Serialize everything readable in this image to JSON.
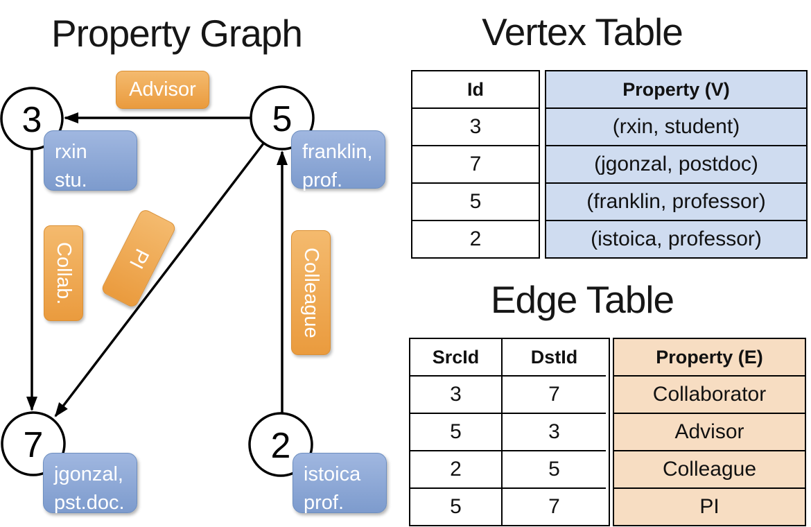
{
  "graph": {
    "title": "Property Graph",
    "nodes": [
      {
        "id": "3",
        "property_line1": "rxin",
        "property_line2": "stu."
      },
      {
        "id": "5",
        "property_line1": "franklin,",
        "property_line2": "prof."
      },
      {
        "id": "7",
        "property_line1": "jgonzal,",
        "property_line2": "pst.doc."
      },
      {
        "id": "2",
        "property_line1": "istoica",
        "property_line2": "prof."
      }
    ],
    "edge_labels": {
      "advisor": "Advisor",
      "collab": "Collab.",
      "pi": "PI",
      "colleague": "Colleague"
    }
  },
  "vertex_table": {
    "title": "Vertex Table",
    "headers": {
      "id": "Id",
      "property": "Property (V)"
    },
    "rows": [
      {
        "id": "3",
        "property": "(rxin, student)"
      },
      {
        "id": "7",
        "property": "(jgonzal, postdoc)"
      },
      {
        "id": "5",
        "property": "(franklin, professor)"
      },
      {
        "id": "2",
        "property": "(istoica, professor)"
      }
    ]
  },
  "edge_table": {
    "title": "Edge Table",
    "headers": {
      "src": "SrcId",
      "dst": "DstId",
      "property": "Property (E)"
    },
    "rows": [
      {
        "src": "3",
        "dst": "7",
        "property": "Collaborator"
      },
      {
        "src": "5",
        "dst": "3",
        "property": "Advisor"
      },
      {
        "src": "2",
        "dst": "5",
        "property": "Colleague"
      },
      {
        "src": "5",
        "dst": "7",
        "property": "PI"
      }
    ]
  },
  "colors": {
    "edge_label_orange": "#ECA24C",
    "vertex_label_blue": "#8AA5D3",
    "vertex_table_fill": "#CFDCF0",
    "edge_table_fill": "#F7DDC2",
    "line_black": "#000000"
  }
}
